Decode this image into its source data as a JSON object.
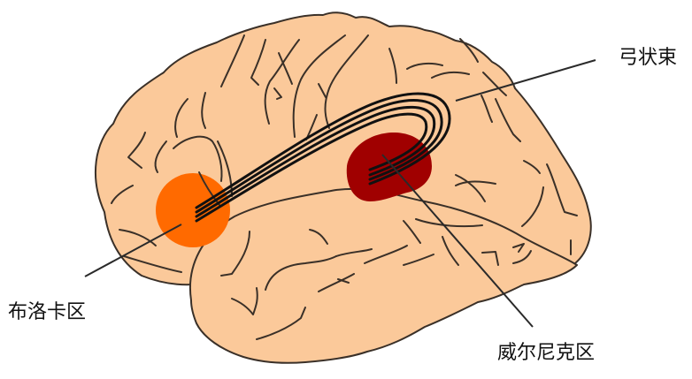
{
  "figure": {
    "title": "",
    "subject": "Language areas of the brain (lateral view, left hemisphere)",
    "colors": {
      "background": "#ffffff",
      "brain_fill": "#fbc99a",
      "brain_outline": "#3a3028",
      "broca_area": "#ff6a00",
      "wernicke_area": "#a00000",
      "arcuate_fasciculus": "#111111",
      "leader_line": "#2a2a2a",
      "label_text": "#111111"
    }
  },
  "labels": {
    "arcuate_fasciculus": "弓状束",
    "broca_area": "布洛卡区",
    "wernicke_area": "威尔尼克区"
  },
  "regions": [
    {
      "name": "broca-area",
      "label": "布洛卡区",
      "shape": "circle",
      "color": "#ff6a00"
    },
    {
      "name": "wernicke-area",
      "label": "威尔尼克区",
      "shape": "blob",
      "color": "#a00000"
    },
    {
      "name": "arcuate-fasciculus",
      "label": "弓状束",
      "shape": "fiber-bundle",
      "color": "#111111"
    }
  ]
}
